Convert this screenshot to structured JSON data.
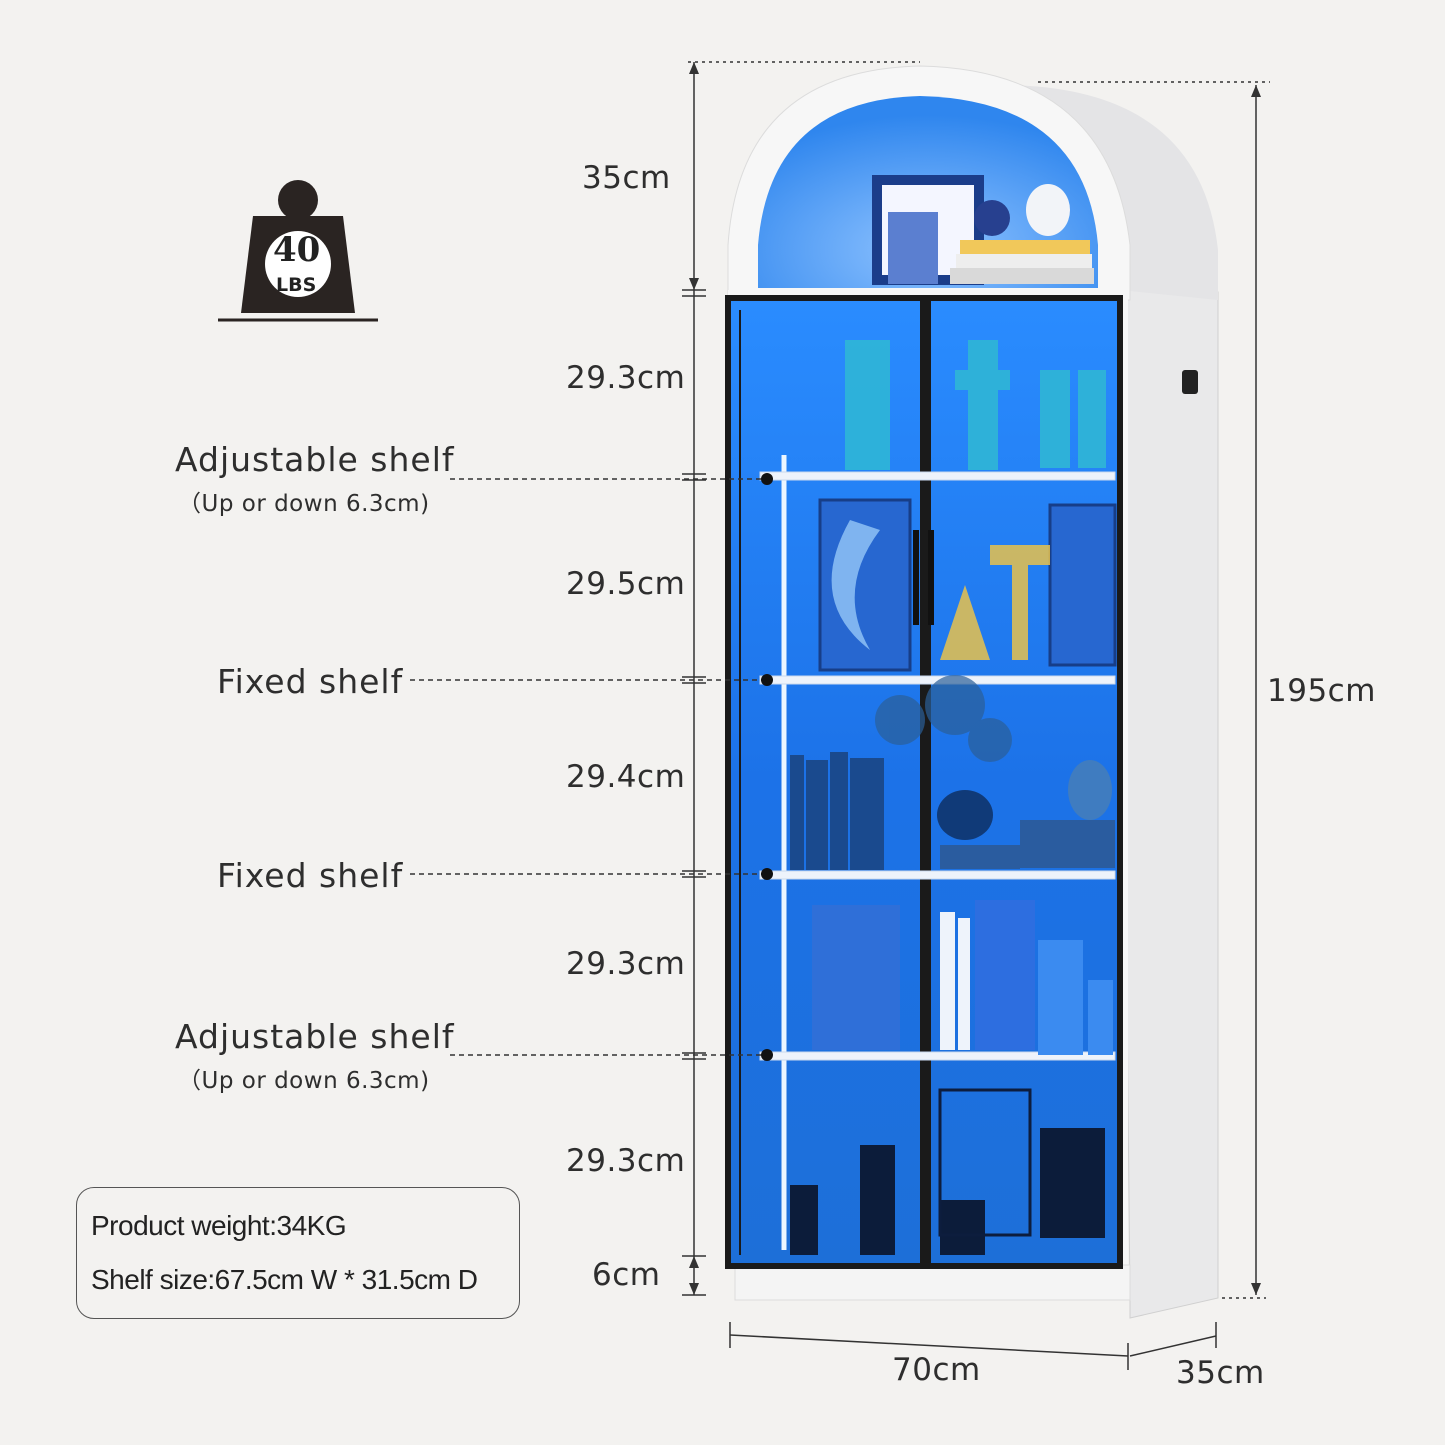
{
  "weight_badge": {
    "number": "40",
    "unit": "LBS"
  },
  "dimensions": {
    "top_section": "35cm",
    "section_1": "29.3cm",
    "section_2": "29.5cm",
    "section_3": "29.4cm",
    "section_4": "29.3cm",
    "section_5": "29.3cm",
    "base": "6cm",
    "total_height": "195cm",
    "width": "70cm",
    "depth": "35cm"
  },
  "shelves": [
    {
      "label": "Adjustable shelf",
      "note": "（Up or down 6.3cm)"
    },
    {
      "label": "Fixed shelf",
      "note": ""
    },
    {
      "label": "Fixed shelf",
      "note": ""
    },
    {
      "label": "Adjustable shelf",
      "note": "（Up or down 6.3cm)"
    }
  ],
  "specs": {
    "weight": "Product weight:34KG",
    "shelf_size": "Shelf size:67.5cm W * 31.5cm D"
  },
  "colors": {
    "cabinet": "#ffffff",
    "glow": "#1e7bf0",
    "frame": "#1a1a1a",
    "background": "#f3f2f0"
  }
}
